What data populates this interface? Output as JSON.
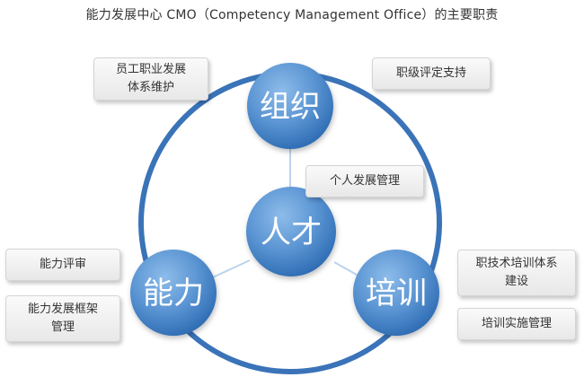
{
  "title": "能力发展中心 CMO（Competency Management Office）的主要职责",
  "circles": {
    "top": "组织",
    "center": "人才",
    "left": "能力",
    "right": "培训"
  },
  "boxes": {
    "career_maintenance": "员工职业发展\n体系维护",
    "rank_support": "职级评定支持",
    "personal_development": "个人发展管理",
    "competency_review": "能力评审",
    "competency_framework": "能力发展框架\n管理",
    "training_system": "职技术培训体系\n建设",
    "training_implementation": "培训实施管理"
  },
  "colors": {
    "ring": "#3a73b8",
    "circle_light": "#7fb2e6",
    "circle_dark": "#2f6db4",
    "connector": "#bcd3ea"
  }
}
